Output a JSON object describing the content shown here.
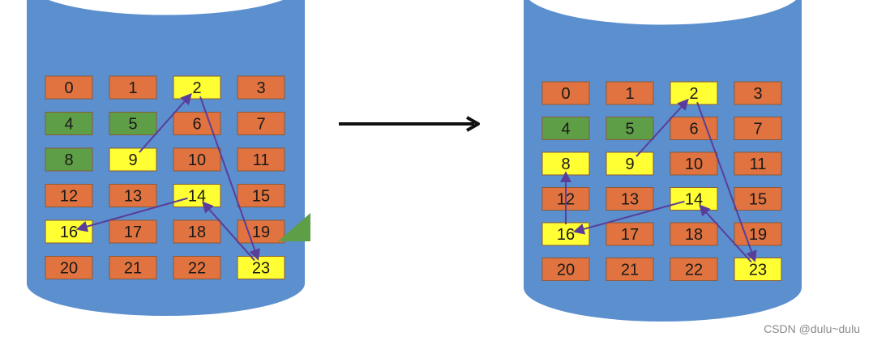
{
  "colors": {
    "cylinder": "#5b8fce",
    "cylinder_top": "#ffffff",
    "orange": "#e0733f",
    "green": "#5e9e46",
    "yellow": "#ffff33",
    "arrow": "#5a3d9a",
    "big_arrow": "#111111"
  },
  "panels": [
    {
      "id": "before",
      "cells": [
        {
          "label": "0",
          "color": "orange"
        },
        {
          "label": "1",
          "color": "orange"
        },
        {
          "label": "2",
          "color": "yellow"
        },
        {
          "label": "3",
          "color": "orange"
        },
        {
          "label": "4",
          "color": "green"
        },
        {
          "label": "5",
          "color": "green"
        },
        {
          "label": "6",
          "color": "orange"
        },
        {
          "label": "7",
          "color": "orange"
        },
        {
          "label": "8",
          "color": "green"
        },
        {
          "label": "9",
          "color": "yellow"
        },
        {
          "label": "10",
          "color": "orange"
        },
        {
          "label": "11",
          "color": "orange"
        },
        {
          "label": "12",
          "color": "orange"
        },
        {
          "label": "13",
          "color": "orange"
        },
        {
          "label": "14",
          "color": "yellow"
        },
        {
          "label": "15",
          "color": "orange"
        },
        {
          "label": "16",
          "color": "yellow"
        },
        {
          "label": "17",
          "color": "orange"
        },
        {
          "label": "18",
          "color": "orange"
        },
        {
          "label": "19",
          "color": "orange"
        },
        {
          "label": "20",
          "color": "orange"
        },
        {
          "label": "21",
          "color": "orange"
        },
        {
          "label": "22",
          "color": "orange"
        },
        {
          "label": "23",
          "color": "yellow"
        }
      ],
      "links": [
        [
          9,
          2
        ],
        [
          2,
          23
        ],
        [
          23,
          14
        ],
        [
          14,
          16
        ]
      ]
    },
    {
      "id": "after",
      "cells": [
        {
          "label": "0",
          "color": "orange"
        },
        {
          "label": "1",
          "color": "orange"
        },
        {
          "label": "2",
          "color": "yellow"
        },
        {
          "label": "3",
          "color": "orange"
        },
        {
          "label": "4",
          "color": "green"
        },
        {
          "label": "5",
          "color": "green"
        },
        {
          "label": "6",
          "color": "orange"
        },
        {
          "label": "7",
          "color": "orange"
        },
        {
          "label": "8",
          "color": "yellow"
        },
        {
          "label": "9",
          "color": "yellow"
        },
        {
          "label": "10",
          "color": "orange"
        },
        {
          "label": "11",
          "color": "orange"
        },
        {
          "label": "12",
          "color": "orange"
        },
        {
          "label": "13",
          "color": "orange"
        },
        {
          "label": "14",
          "color": "yellow"
        },
        {
          "label": "15",
          "color": "orange"
        },
        {
          "label": "16",
          "color": "yellow"
        },
        {
          "label": "17",
          "color": "orange"
        },
        {
          "label": "18",
          "color": "orange"
        },
        {
          "label": "19",
          "color": "orange"
        },
        {
          "label": "20",
          "color": "orange"
        },
        {
          "label": "21",
          "color": "orange"
        },
        {
          "label": "22",
          "color": "orange"
        },
        {
          "label": "23",
          "color": "yellow"
        }
      ],
      "links": [
        [
          9,
          2
        ],
        [
          2,
          23
        ],
        [
          23,
          14
        ],
        [
          14,
          16
        ],
        [
          16,
          8
        ]
      ]
    }
  ],
  "watermark": "CSDN @dulu~dulu"
}
